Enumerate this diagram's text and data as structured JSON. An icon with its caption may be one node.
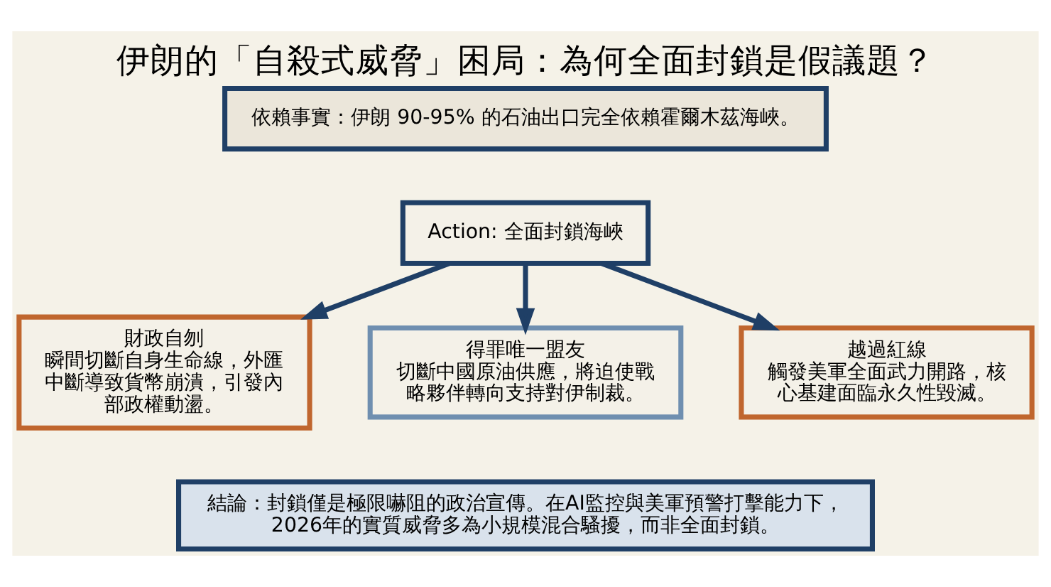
{
  "diagram": {
    "title": "伊朗的「自殺式威脅」困局：為何全面封鎖是假議題？",
    "nodes": [
      {
        "text": [
          "依賴事實：伊朗 90-95% 的石油出口完全依賴霍爾木茲海峽。"
        ]
      },
      {
        "text": [
          "Action: 全面封鎖海峽"
        ]
      },
      {
        "text": [
          "財政自刎",
          "瞬間切斷自身生命線，外匯中斷導致貨幣崩潰，引發內部政權動盪。"
        ]
      },
      {
        "text": [
          "得罪唯一盟友",
          "切斷中國原油供應，將迫使戰略夥伴轉向支持對伊制裁。"
        ]
      },
      {
        "text": [
          "越過紅線",
          "觸發美軍全面武力開路，核心基建面臨永久性毀滅。"
        ]
      },
      {
        "text": [
          "結論：封鎖僅是極限嚇阻的政治宣傳。在AI監控與美軍預警打擊能力下，2026年的實質威脅多為小規模混合騷擾，而非全面封鎖。"
        ]
      }
    ],
    "edges": [
      {
        "from": 1,
        "to": 2,
        "arrow": "to"
      },
      {
        "from": 1,
        "to": 3,
        "arrow": "to"
      },
      {
        "from": 1,
        "to": 4,
        "arrow": "to"
      }
    ]
  }
}
